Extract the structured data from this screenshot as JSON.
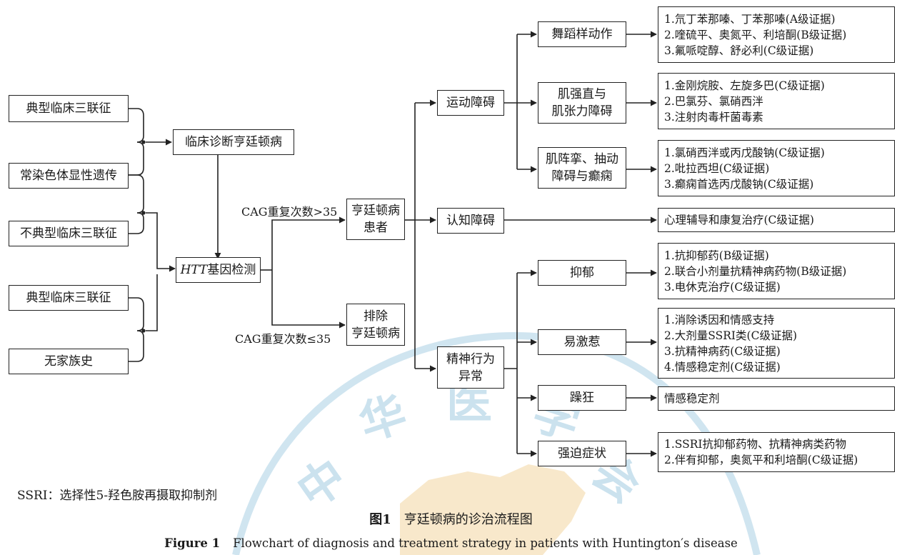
{
  "diagram": {
    "inputs": {
      "typical_triad_1": "典型临床三联征",
      "autosomal_dominant": "常染色体显性遗传",
      "atypical_triad": "不典型临床三联征",
      "typical_triad_2": "典型临床三联征",
      "no_family_history": "无家族史"
    },
    "clinical_dx": "临床诊断亨廷顿病",
    "htt_test": {
      "italic": "HTT",
      "rest": "基因检测"
    },
    "cag_high_label": "CAG重复次数>35",
    "cag_low_label": "CAG重复次数≤35",
    "hd_patient": "亨廷顿病\n患者",
    "exclude_hd": "排除\n亨廷顿病",
    "motor": "运动障碍",
    "cognitive": "认知障碍",
    "psych": "精神行为\n异常",
    "chorea": "舞蹈样动作",
    "rigidity": "肌强直与\n肌张力障碍",
    "myoclonus": "肌阵挛、抽动\n障碍与癫痫",
    "depression": "抑郁",
    "irritability": "易激惹",
    "mania": "躁狂",
    "ocd": "强迫症状",
    "tx": {
      "chorea": [
        "1.氘丁苯那嗪、丁苯那嗪(A级证据)",
        "2.喹硫平、奥氮平、利培酮(B级证据)",
        "3.氟哌啶醇、舒必利(C级证据)"
      ],
      "rigidity": [
        "1.金刚烷胺、左旋多巴(C级证据)",
        "2.巴氯芬、氯硝西泮",
        "3.注射肉毒杆菌毒素"
      ],
      "myoclonus": [
        "1.氯硝西泮或丙戊酸钠(C级证据)",
        "2.吡拉西坦(C级证据)",
        "3.癫痫首选丙戊酸钠(C级证据)"
      ],
      "cognitive": [
        "心理辅导和康复治疗(C级证据)"
      ],
      "depression": [
        "1.抗抑郁药(B级证据)",
        "2.联合小剂量抗精神病药物(B级证据)",
        "3.电休克治疗(C级证据)"
      ],
      "irritability": [
        "1.消除诱因和情感支持",
        "2.大剂量SSRI类(C级证据)",
        "3.抗精神病药(C级证据)",
        "4.情感稳定剂(C级证据)"
      ],
      "mania": [
        "情感稳定剂"
      ],
      "ocd": [
        "1.SSRI抗抑郁药物、抗精神病类药物",
        "2.伴有抑郁，奥氮平和利培酮(C级证据)"
      ]
    }
  },
  "footnote": "SSRI：选择性5-羟色胺再摄取抑制剂",
  "caption_cn": {
    "num": "图1",
    "text": "亨廷顿病的诊治流程图"
  },
  "caption_en": {
    "num": "Figure 1",
    "text": "Flowchart of diagnosis and treatment strategy in patients with Huntington′s disease"
  },
  "watermark": {
    "text": "中华医学会",
    "color": "#a9cfe4",
    "map_color": "#f3d9a8"
  },
  "colors": {
    "line": "#222222",
    "box_border": "#222222"
  }
}
